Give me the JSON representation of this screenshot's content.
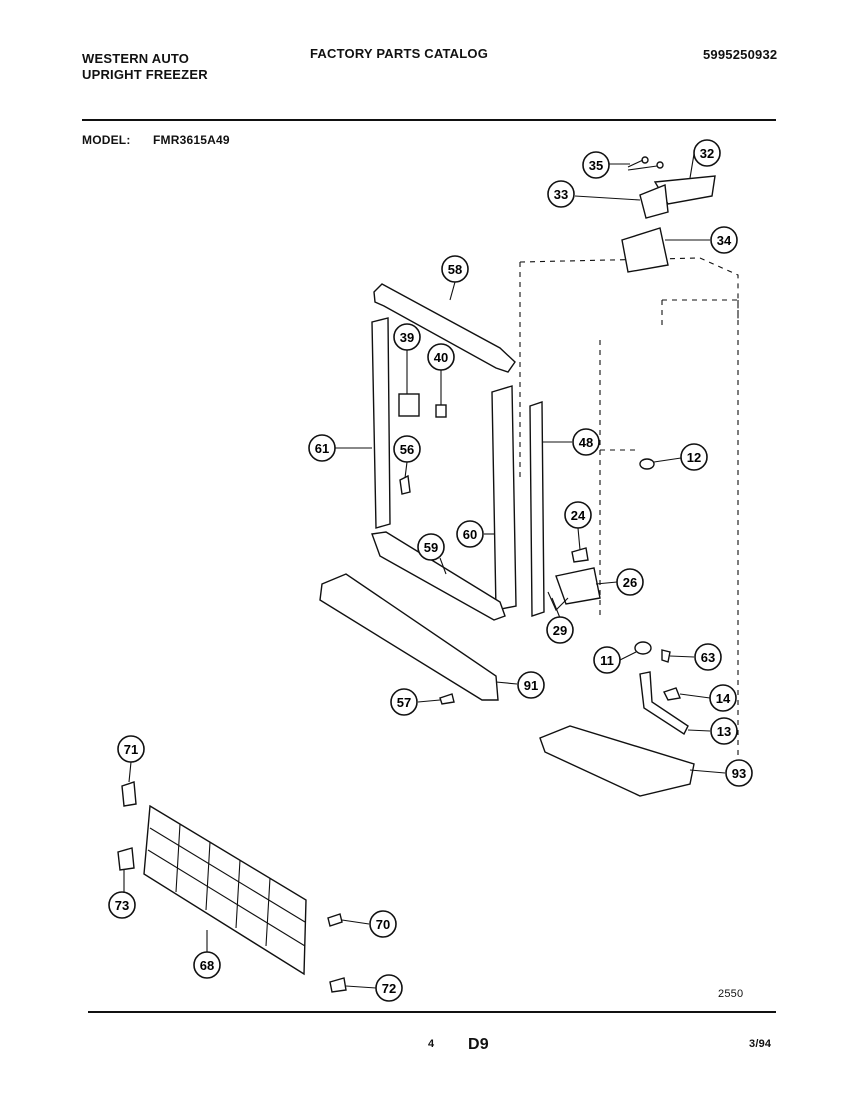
{
  "header": {
    "brand_line1": "WESTERN AUTO",
    "brand_line2": "UPRIGHT FREEZER",
    "catalog_title": "FACTORY PARTS CATALOG",
    "catalog_number": "5995250932",
    "model_label": "MODEL:",
    "model_value": "FMR3615A49"
  },
  "diagram": {
    "callouts": [
      "35",
      "32",
      "33",
      "34",
      "58",
      "39",
      "40",
      "61",
      "56",
      "48",
      "12",
      "24",
      "60",
      "59",
      "26",
      "29",
      "11",
      "63",
      "91",
      "57",
      "14",
      "13",
      "93",
      "71",
      "73",
      "70",
      "68",
      "72"
    ],
    "drawing_number": "2550"
  },
  "footer": {
    "page_left": "4",
    "page_code": "D9",
    "date": "3/94"
  }
}
